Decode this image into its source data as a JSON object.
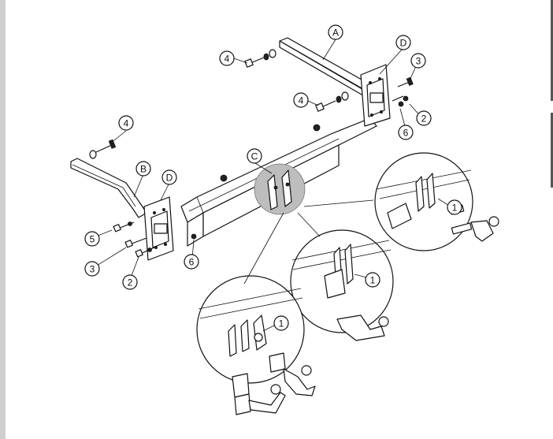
{
  "diagram": {
    "callouts": [
      {
        "id": "A",
        "label": "A"
      },
      {
        "id": "B",
        "label": "B"
      },
      {
        "id": "C",
        "label": "C"
      },
      {
        "id": "D1",
        "label": "D"
      },
      {
        "id": "D2",
        "label": "D"
      },
      {
        "id": "n4a",
        "label": "4"
      },
      {
        "id": "n4b",
        "label": "4"
      },
      {
        "id": "n4c",
        "label": "4"
      },
      {
        "id": "n3a",
        "label": "3"
      },
      {
        "id": "n3b",
        "label": "3"
      },
      {
        "id": "n2a",
        "label": "2"
      },
      {
        "id": "n2b",
        "label": "2"
      },
      {
        "id": "n6a",
        "label": "6"
      },
      {
        "id": "n6b",
        "label": "6"
      },
      {
        "id": "n5",
        "label": "5"
      },
      {
        "id": "n1a",
        "label": "1"
      },
      {
        "id": "n1b",
        "label": "1"
      },
      {
        "id": "n1c",
        "label": "1"
      }
    ],
    "colors": {
      "line": "#111111",
      "highlight": "#bdbdbd",
      "edge_bar": "#cfcfcf"
    }
  }
}
